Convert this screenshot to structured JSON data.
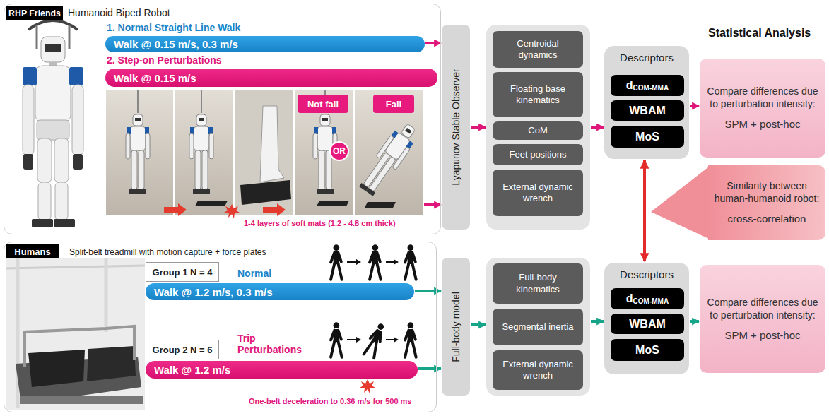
{
  "diagram": {
    "nodes": [
      {
        "text": [
          "Humanoid Biped Robot"
        ]
      },
      {
        "text": [
          "RHP Friends"
        ],
        "in": 0
      },
      {
        "text": [
          "1. Normal Straight Line Walk",
          "Walk @ 0.15 m/s, 0.3 m/s"
        ],
        "in": 0
      },
      {
        "text": [
          "2. Step-on Perturbations",
          "Walk @ 0.15 m/s"
        ],
        "in": 0
      },
      {
        "text": [],
        "in": 0
      },
      {
        "text": [
          "Not fall"
        ],
        "in": 4
      },
      {
        "text": [
          "Fall"
        ],
        "in": 4
      },
      {
        "text": [
          "OR"
        ],
        "in": 4
      },
      {
        "text": [
          "Lyapunov Stable Observer"
        ]
      },
      {
        "text": []
      },
      {
        "text": [
          "Centroidal dynamics"
        ],
        "in": 9
      },
      {
        "text": [
          "Floating base kinematics"
        ],
        "in": 9
      },
      {
        "text": [
          "CoM"
        ],
        "in": 9
      },
      {
        "text": [
          "Feet positions"
        ],
        "in": 9
      },
      {
        "text": [
          "External dynamic wrench"
        ],
        "in": 9
      },
      {
        "text": [
          "Descriptors"
        ]
      },
      {
        "text": [
          "d",
          "COM-MMA"
        ],
        "in": 15
      },
      {
        "text": [
          "WBAM"
        ],
        "in": 15
      },
      {
        "text": [
          "MoS"
        ],
        "in": 15
      },
      {
        "text": [
          "Compare differences due to perturbation intensity:",
          "SPM + post-hoc"
        ]
      },
      {
        "text": [
          "Similarity between human-humanoid robot:",
          "cross-correlation"
        ]
      },
      {
        "text": [
          "Split-belt treadmill with motion capture + force plates"
        ]
      },
      {
        "text": [
          "Humans"
        ],
        "in": 21
      },
      {
        "text": [
          "Group 1 N = 4"
        ],
        "in": 21
      },
      {
        "text": [
          "Normal",
          "Walk @ 1.2 m/s, 0.3 m/s"
        ],
        "in": 21
      },
      {
        "text": [
          "Group 2 N = 6"
        ],
        "in": 21
      },
      {
        "text": [
          "Trip Perturbations",
          "Walk @ 1.2 m/s"
        ],
        "in": 21
      },
      {
        "text": [
          "Full-body model"
        ]
      },
      {
        "text": []
      },
      {
        "text": [
          "Full-body kinematics"
        ],
        "in": 28
      },
      {
        "text": [
          "Segmental inertia"
        ],
        "in": 28
      },
      {
        "text": [
          "External dynamic wrench"
        ],
        "in": 28
      },
      {
        "text": [
          "Descriptors"
        ]
      },
      {
        "text": [
          "d",
          "COM-MMA"
        ],
        "in": 32
      },
      {
        "text": [
          "WBAM"
        ],
        "in": 32
      },
      {
        "text": [
          "MoS"
        ],
        "in": 32
      },
      {
        "text": [
          "Compare differences due to perturbation intensity:",
          "SPM + post-hoc"
        ]
      }
    ],
    "edges": [
      {
        "from": 2,
        "to": 8,
        "arrow": "to"
      },
      {
        "from": 4,
        "to": 8,
        "arrow": "to"
      },
      {
        "from": 8,
        "to": 9,
        "arrow": "to"
      },
      {
        "from": 9,
        "to": 15,
        "arrow": "to"
      },
      {
        "from": 15,
        "to": 19,
        "arrow": "to"
      },
      {
        "from": 24,
        "to": 27,
        "arrow": "to"
      },
      {
        "from": 26,
        "to": 27,
        "arrow": "to"
      },
      {
        "from": 27,
        "to": 28,
        "arrow": "to"
      },
      {
        "from": 28,
        "to": 32,
        "arrow": "to"
      },
      {
        "from": 32,
        "to": 36,
        "arrow": "to"
      },
      {
        "from": 15,
        "to": 32,
        "arrow": "both"
      }
    ],
    "labels": [
      "Statistical Analysis",
      "1-4 layers of soft mats (1.2 - 4.8 cm thick)",
      "One-belt deceleration to 0.36 m/s for 500 ms"
    ]
  }
}
